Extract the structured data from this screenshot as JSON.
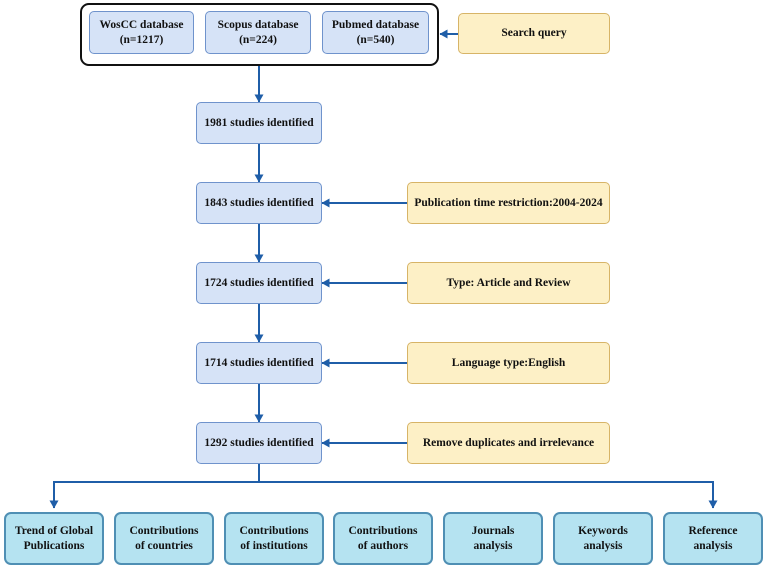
{
  "colors": {
    "arrow": "#1f5ea8",
    "blue_fill": "#d6e3f7",
    "blue_border": "#6f93cc",
    "yellow_fill": "#fdf0c6",
    "yellow_border": "#d7b467",
    "teal_fill": "#b5e3f1",
    "teal_border": "#4f8fb4",
    "frame": "#111111"
  },
  "databases": [
    {
      "name": "WosCC database",
      "count": "(n=1217)"
    },
    {
      "name": "Scopus database",
      "count": "(n=224)"
    },
    {
      "name": "Pubmed database",
      "count": "(n=540)"
    }
  ],
  "criteria": [
    "Search query",
    "Publication time restriction:2004-2024",
    "Type: Article and Review",
    "Language type:English",
    "Remove duplicates and irrelevance"
  ],
  "steps": [
    "1981 studies identified",
    "1843 studies identified",
    "1724 studies identified",
    "1714 studies identified",
    "1292 studies identified"
  ],
  "analyses": [
    "Trend of Global\nPublications",
    "Contributions\nof countries",
    "Contributions\nof institutions",
    "Contributions\nof authors",
    "Journals\nanalysis",
    "Keywords\nanalysis",
    "Reference\nanalysis"
  ]
}
